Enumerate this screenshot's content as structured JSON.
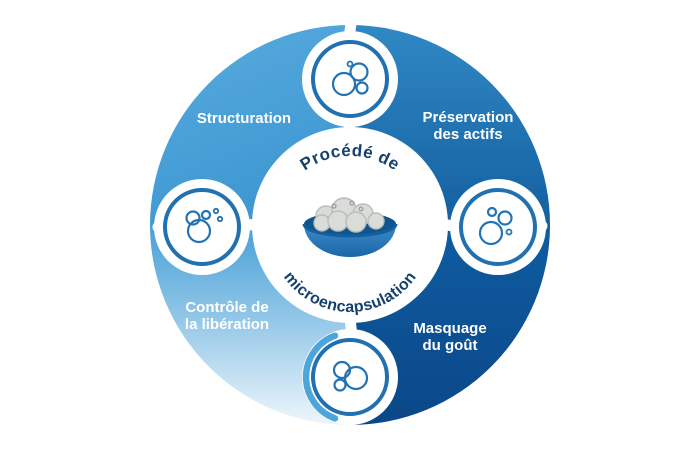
{
  "center": {
    "arc_text_top": "Procédé de",
    "arc_text_bottom": "microencapsulation",
    "illustration": "bowl-of-microencapsulated-powder"
  },
  "labels": {
    "structuration": {
      "text": "Structuration"
    },
    "preservation": {
      "line1": "Préservation",
      "line2": "des actifs"
    },
    "controle": {
      "line1": "Contrôle de",
      "line2": "la libération"
    },
    "masquage": {
      "line1": "Masquage",
      "line2": "du goût"
    }
  },
  "icons": {
    "top": "bubbles-cluster-icon",
    "right": "bubbles-large-small-icon",
    "left": "bubbles-with-dots-icon",
    "bottom": "bubbles-release-icon"
  },
  "colors": {
    "light_blue": "#47a0d7",
    "light_blue_fade": "#eef6fc",
    "mid_blue": "#2e86c1",
    "dark_blue": "#0f5ca1",
    "darkest_blue": "#0a4788",
    "icon_ring": "#2171b1",
    "center_text": "#15416d",
    "label_text": "#ffffff",
    "background": "#ffffff"
  }
}
